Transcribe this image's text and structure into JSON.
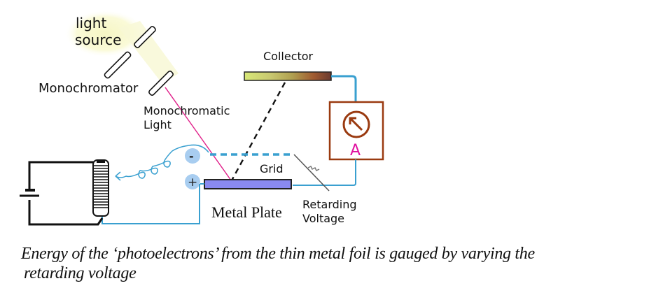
{
  "diagram": {
    "title": "Photoelectric effect apparatus",
    "labels": {
      "light_source_line1": "light",
      "light_source_line2": "source",
      "monochromator": "Monochromator",
      "monochromatic_line1": "Monochromatic",
      "monochromatic_line2": "Light",
      "collector": "Collector",
      "ammeter": "A",
      "grid": "Grid",
      "minus": "-",
      "plus": "+",
      "metal_plate": "Metal Plate",
      "retarding_line1": "Retarding",
      "retarding_line2": "Voltage"
    },
    "colors": {
      "wire": "#3aa0d0",
      "light_ray": "#e0208a",
      "ammeter_box": "#9a3a10",
      "ammeter_label": "#e010a0",
      "metal_plate": "#8a8af0",
      "terminal": "#a8cdf0",
      "glow": "#f8f8d0"
    }
  },
  "caption": {
    "line1": "Energy of the ‘photoelectrons’ from the thin metal foil is gauged by varying the",
    "line2": "retarding voltage"
  }
}
